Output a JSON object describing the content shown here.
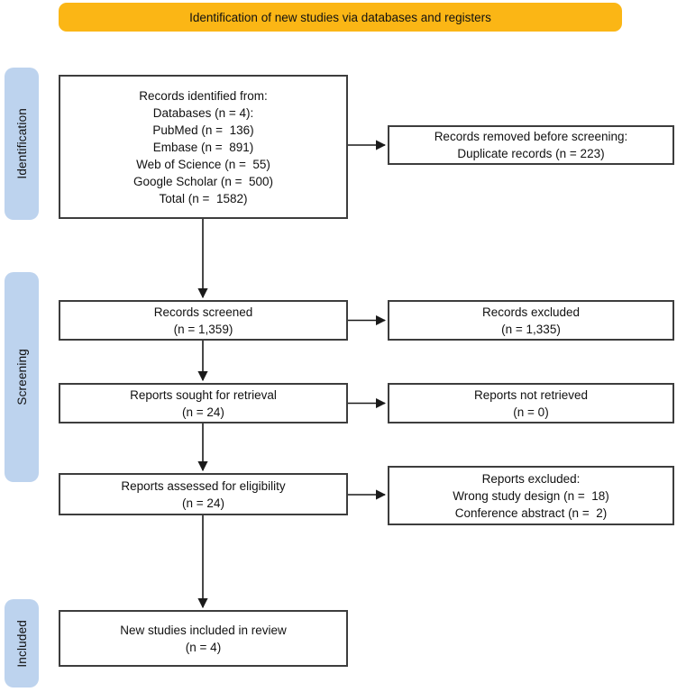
{
  "banner": {
    "label": "Identification of new studies via databases and registers"
  },
  "stage_tabs": [
    {
      "label": "Identification"
    },
    {
      "label": "Screening"
    },
    {
      "label": "Included"
    }
  ],
  "boxes": {
    "records_identified": "Records identified from:\nDatabases (n = 4):\nPubMed (n =  136)\nEmbase (n =  891)\nWeb of Science (n =  55)\nGoogle Scholar (n =  500)\nTotal (n =  1582)",
    "records_removed": "Records removed before screening:\nDuplicate records (n = 223)",
    "records_screened": "Records screened\n(n = 1,359)",
    "records_excluded": "Records excluded\n(n = 1,335)",
    "reports_sought": "Reports sought for retrieval\n(n = 24)",
    "reports_not_retrieved": "Reports not retrieved\n(n = 0)",
    "reports_assessed": "Reports assessed for eligibility\n(n = 24)",
    "reports_excluded": "Reports excluded:\nWrong study design (n =  18)\nConference abstract (n =  2)",
    "new_studies_included": "New studies included in review\n(n = 4)"
  },
  "colors": {
    "banner_bg": "#FBB615",
    "tab_bg": "#BDD3EE",
    "box_border": "#3D3D3D",
    "arrow": "#1A1A1A",
    "text": "#111111"
  }
}
